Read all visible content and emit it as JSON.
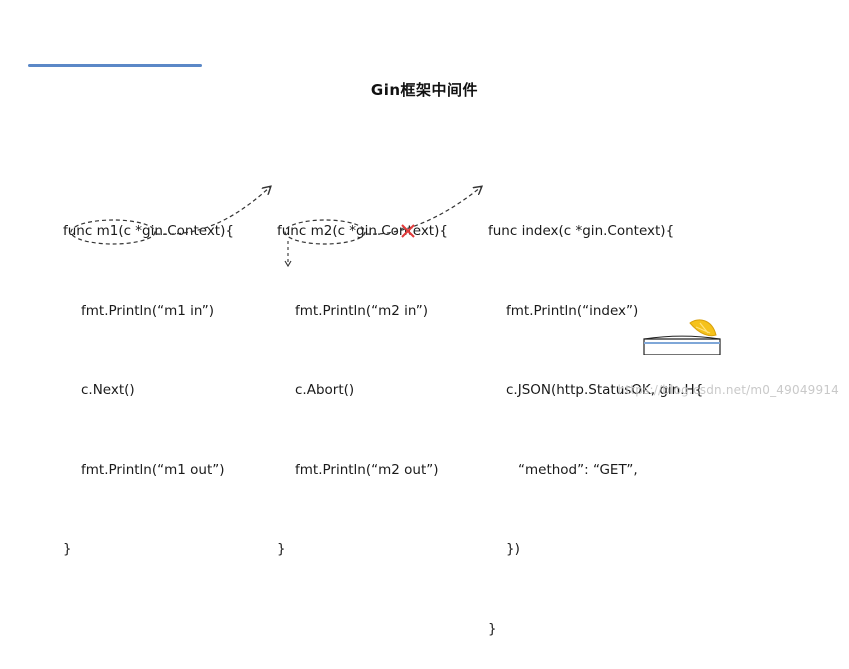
{
  "title": "Gin框架中间件",
  "colors": {
    "accent_line": "#5b88c7",
    "abort_mark": "#e23b3b",
    "lemon": "#f5c21b"
  },
  "code": {
    "m1": {
      "signature": "func m1(c *gin.Context){",
      "line_in": "fmt.Println(“m1 in”)",
      "call": "c.Next()",
      "line_out": "fmt.Println(“m1 out”)",
      "close": "}"
    },
    "m2": {
      "signature": "func m2(c *gin.Context){",
      "line_in": "fmt.Println(“m2 in”)",
      "call": "c.Abort()",
      "line_out": "fmt.Println(“m2 out”)",
      "close": "}"
    },
    "index": {
      "signature": "func index(c *gin.Context){",
      "line_print": "fmt.Println(“index”)",
      "line_json": "c.JSON(http.StatusOK, gin.H{",
      "line_method": "“method”: “GET”,",
      "line_close_obj": "})",
      "close": "}"
    }
  },
  "annotations": {
    "abort_marker_icon": "red-cross-icon",
    "return_arrow_icon": "down-arrow-icon",
    "decorative_image": "lemon-cup-icon"
  },
  "watermark": "https://blog.csdn.net/m0_49049914"
}
